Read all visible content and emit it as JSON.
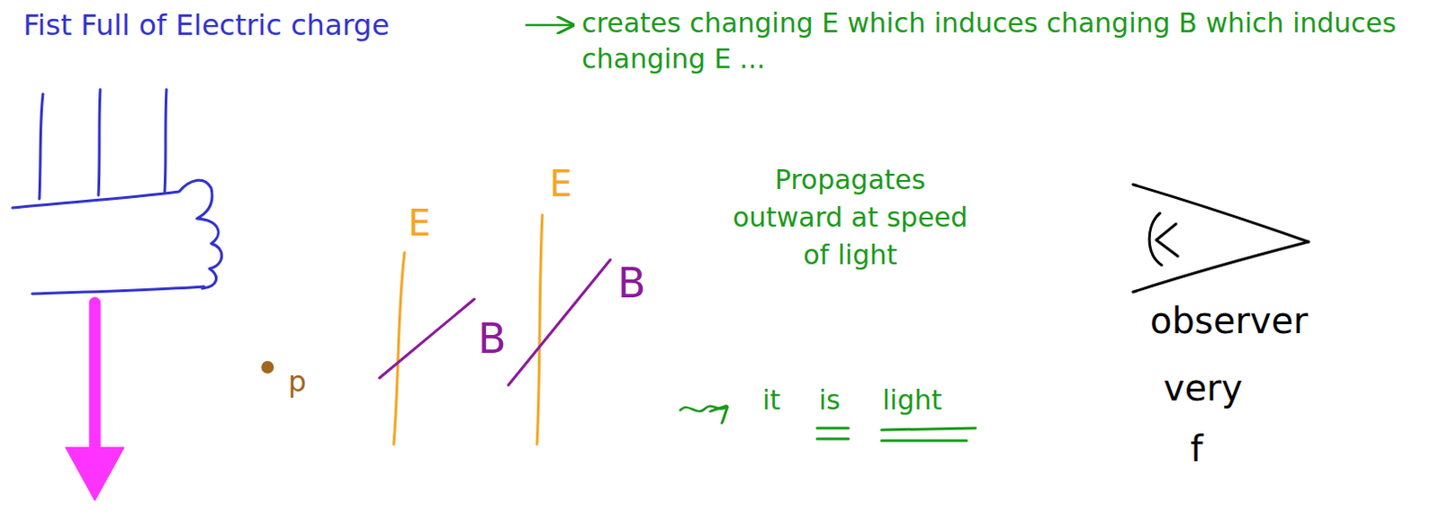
{
  "diagram": {
    "labels": [
      "Fist Full of Electric charge",
      "creates changing E which induces changing B which induces changing E ...",
      "E",
      "E",
      "B",
      "B",
      "p",
      "Propagates outward at speed of light",
      "it",
      "is",
      "light",
      "observer",
      "very",
      "f"
    ]
  }
}
